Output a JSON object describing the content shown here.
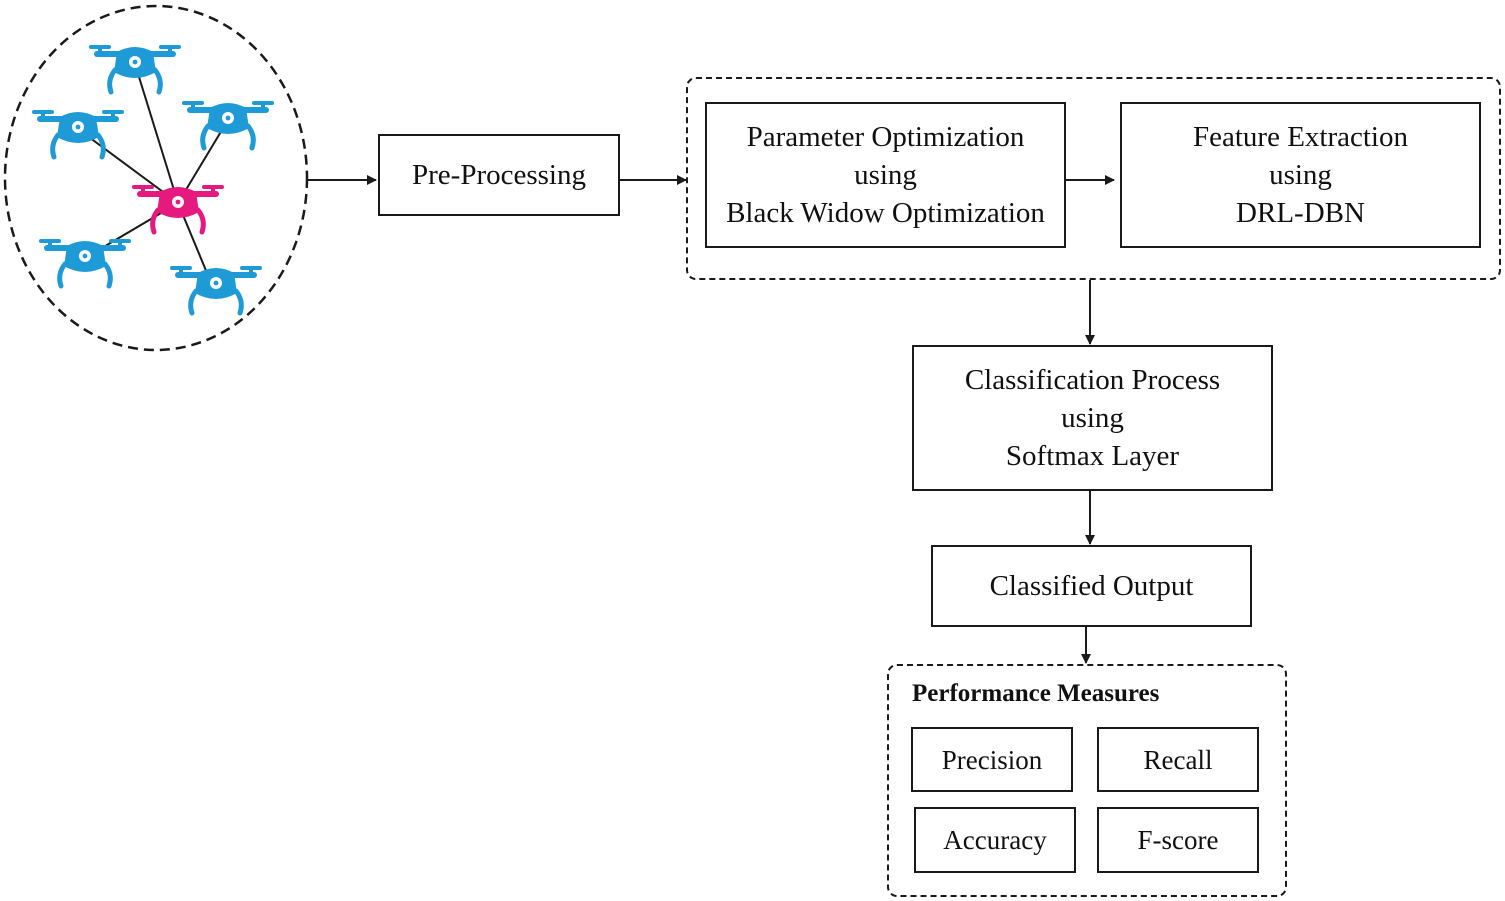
{
  "preprocessing": {
    "label": "Pre-Processing"
  },
  "param_opt": {
    "line1": "Parameter Optimization",
    "line2": "using",
    "line3": "Black Widow Optimization"
  },
  "feature": {
    "line1": "Feature Extraction",
    "line2": "using",
    "line3": "DRL-DBN"
  },
  "classification": {
    "line1": "Classification Process",
    "line2": "using",
    "line3": "Softmax Layer"
  },
  "output": {
    "label": "Classified Output"
  },
  "performance": {
    "title": "Performance Measures",
    "measures": [
      "Precision",
      "Recall",
      "Accuracy",
      "F-score"
    ]
  },
  "colors": {
    "drone_blue": "#1e9bd7",
    "drone_pink": "#e6197e",
    "line": "#1a1a1a"
  },
  "icons": {
    "drone": "drone-icon",
    "leader_drone": "leader-drone-icon"
  }
}
